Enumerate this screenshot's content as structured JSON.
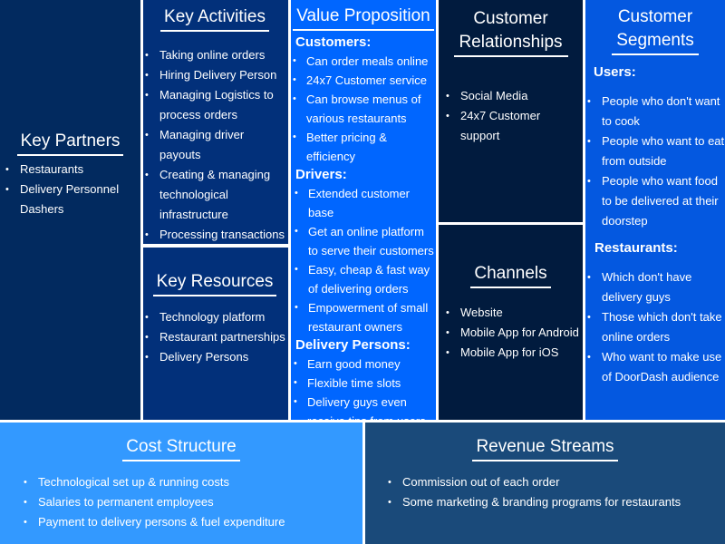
{
  "colors": {
    "key_partners": "#022a5f",
    "key_activities": "#02307a",
    "value_prop": "#0066ff",
    "cust_rel": "#011b3e",
    "segments": "#0458e0",
    "cost": "#3399ff",
    "revenue": "#1a4a7a"
  },
  "key_partners": {
    "title": "Key Partners",
    "items": [
      "Restaurants",
      "Delivery Personnel Dashers"
    ]
  },
  "key_activities": {
    "title": "Key Activities",
    "items": [
      "Taking online orders",
      "Hiring Delivery Person",
      "Managing Logistics to process orders",
      "Managing driver payouts",
      "Creating & managing technological infrastructure",
      "Processing transactions"
    ]
  },
  "key_resources": {
    "title": "Key Resources",
    "items": [
      "Technology platform",
      "Restaurant partnerships",
      "Delivery Persons"
    ]
  },
  "value_prop": {
    "title": "Value Proposition",
    "groups": [
      {
        "label": "Customers:",
        "items": [
          "Can order meals online",
          "24x7 Customer service",
          "Can browse menus of various restaurants",
          "Better pricing & efficiency"
        ]
      },
      {
        "label": "Drivers:",
        "items": [
          "Extended customer base",
          "Get an online platform to serve their customers",
          "Easy, cheap & fast way of delivering orders",
          "Empowerment of small restaurant owners"
        ]
      },
      {
        "label": "Delivery Persons:",
        "items": [
          "Earn good money",
          "Flexible time slots",
          "Delivery guys even receive tips from users"
        ]
      }
    ]
  },
  "cust_rel": {
    "title": "Customer Relationships",
    "items": [
      "Social Media",
      "24x7 Customer support"
    ]
  },
  "channels": {
    "title": "Channels",
    "items": [
      "Website",
      "Mobile App for Android",
      "Mobile App for iOS"
    ]
  },
  "segments": {
    "title": "Customer Segments",
    "groups": [
      {
        "label": "Users:",
        "items": [
          "People who don't want to cook",
          "People who want to eat from outside",
          "People who want food to be delivered at their doorstep"
        ]
      },
      {
        "label": "Restaurants:",
        "items": [
          "Which don't have delivery guys",
          "Those which don't take online orders",
          "Who want to make use of DoorDash audience"
        ]
      }
    ]
  },
  "cost": {
    "title": "Cost Structure",
    "items": [
      "Technological set up & running costs",
      "Salaries to permanent employees",
      "Payment to delivery persons & fuel expenditure"
    ]
  },
  "revenue": {
    "title": "Revenue Streams",
    "items": [
      "Commission out of each order",
      "Some marketing & branding programs for restaurants"
    ]
  }
}
